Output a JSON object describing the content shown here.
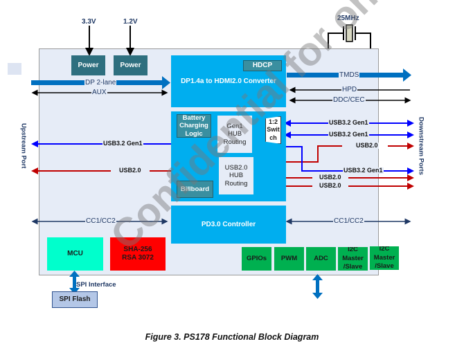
{
  "figure": {
    "caption": "Figure 3. PS178 Functional Block Diagram",
    "watermark": "Confidential for only"
  },
  "supplies": [
    {
      "voltage": "3.3V",
      "block": "Power"
    },
    {
      "voltage": "1.2V",
      "block": "Power"
    }
  ],
  "crystal": {
    "label": "25MHz"
  },
  "ports": {
    "upstream": "Upstream Port",
    "downstream": "Downstream Ports"
  },
  "blocks": {
    "converter": "DP1.4a to HDMI2.0 Converter",
    "hdcp": "HDCP",
    "battery_charging": "Battery Charging Logic",
    "gen1_hub": "Gen1 HUB Routing",
    "switch": "1:2 Switch",
    "usb2_hub": "USB2.0 HUB Routing",
    "billboard": "Billboard",
    "pd_controller": "PD3.0 Controller",
    "mcu": "MCU",
    "crypto_line1": "SHA-256",
    "crypto_line2": "RSA 3072",
    "gpios": "GPIOs",
    "pwm": "PWM",
    "adc": "ADC",
    "i2c_1": "I2C Master /Slave",
    "i2c_2": "I2C Master /Slave",
    "spi_flash": "SPI Flash"
  },
  "signals": {
    "dp": "DP 2-lane",
    "aux": "AUX",
    "tmds": "TMDS",
    "hpd": "HPD",
    "ddc": "DDC/CEC",
    "up_usb3": "USB3.2 Gen1",
    "up_usb2": "USB2.0",
    "down_usb3_a": "USB3.2 Gen1",
    "down_usb3_b": "USB3.2 Gen1",
    "down_usb2_a": "USB2.0",
    "down_usb3_c": "USB3.2 Gen1",
    "down_usb2_b": "USB2.0",
    "down_usb2_c": "USB2.0",
    "cc_left": "CC1/CC2",
    "cc_right": "CC1/CC2",
    "spi": "SPI Interface"
  },
  "colors": {
    "chip_bg": "#e6ecf7",
    "block_blue": "#00aeef",
    "teal_dark": "#2e7f8f",
    "dp_arrow": "#0070c0",
    "usb3": "#0000ff",
    "usb2": "#c00000",
    "mcu": "#00ffcc",
    "crypto": "#ff0000",
    "periph_green": "#00b050",
    "spi_flash": "#b4c7e7",
    "label_navy": "#1f3864"
  }
}
